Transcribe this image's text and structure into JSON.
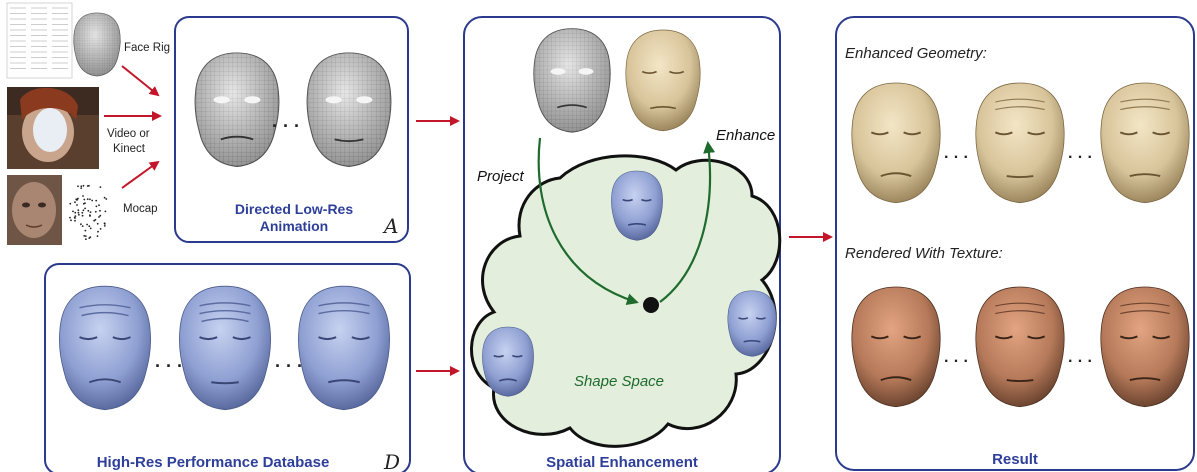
{
  "inputs": {
    "face_rig": "Face Rig",
    "video_line1": "Video or",
    "video_line2": "Kinect",
    "mocap": "Mocap"
  },
  "animation_box": {
    "title_line1": "Directed Low-Res",
    "title_line2": "Animation",
    "symbol": "A",
    "dots": "· · ·"
  },
  "database_box": {
    "title": "High-Res Performance Database",
    "symbol": "D",
    "dots": "· · ·"
  },
  "enhancement_box": {
    "title": "Spatial Enhancement",
    "project": "Project",
    "enhance": "Enhance",
    "shape_space": "Shape Space"
  },
  "result_box": {
    "title": "Result",
    "enhanced_geometry": "Enhanced Geometry:",
    "rendered_texture": "Rendered  With Texture:",
    "dots": "· · ·"
  },
  "colors": {
    "box_border": "#2b3a8c",
    "title_text": "#2e3f9a",
    "red_arrow": "#c4162a",
    "green": "#1f6b2e",
    "cloud_fill": "#e3efdc",
    "wire_face": "#cfcfcf",
    "blue_face": "#8e9fd2",
    "beige_face": "#d8c49a",
    "textured_face": "#b67a5a"
  }
}
